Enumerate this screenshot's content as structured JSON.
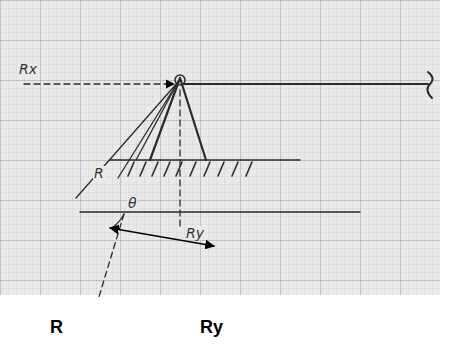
{
  "diagram": {
    "labels": [
      "Rx",
      "R",
      "θ",
      "Ry",
      "R",
      "Ry"
    ]
  }
}
